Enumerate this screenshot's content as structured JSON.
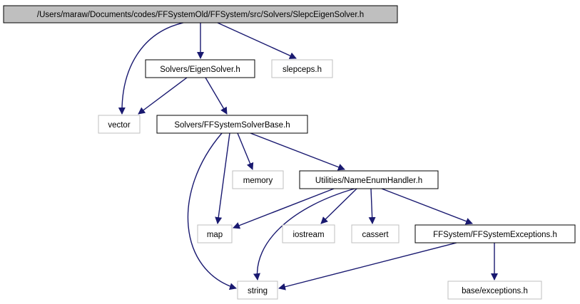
{
  "colors": {
    "edge": "#191970",
    "root_fill": "#bfbfbf",
    "box_stroke_internal": "#000000",
    "box_stroke_external": "#bfbfbf",
    "box_fill": "#ffffff",
    "text": "#000000"
  },
  "nodes": {
    "root": {
      "label": "/Users/maraw/Documents/codes/FFSystemOld/FFSystem/src/Solvers/SlepcEigenSolver.h",
      "kind": "root"
    },
    "eigensolver": {
      "label": "Solvers/EigenSolver.h",
      "kind": "internal"
    },
    "slepceps": {
      "label": "slepceps.h",
      "kind": "external"
    },
    "vector": {
      "label": "vector",
      "kind": "external"
    },
    "solverbase": {
      "label": "Solvers/FFSystemSolverBase.h",
      "kind": "internal"
    },
    "memory": {
      "label": "memory",
      "kind": "external"
    },
    "nameenum": {
      "label": "Utilities/NameEnumHandler.h",
      "kind": "internal"
    },
    "map": {
      "label": "map",
      "kind": "external"
    },
    "iostream": {
      "label": "iostream",
      "kind": "external"
    },
    "cassert": {
      "label": "cassert",
      "kind": "external"
    },
    "ffexceptions": {
      "label": "FFSystem/FFSystemExceptions.h",
      "kind": "internal"
    },
    "string": {
      "label": "string",
      "kind": "external"
    },
    "baseexceptions": {
      "label": "base/exceptions.h",
      "kind": "external"
    }
  },
  "edges": [
    [
      "root",
      "vector"
    ],
    [
      "root",
      "eigensolver"
    ],
    [
      "root",
      "slepceps"
    ],
    [
      "eigensolver",
      "vector"
    ],
    [
      "eigensolver",
      "solverbase"
    ],
    [
      "solverbase",
      "map"
    ],
    [
      "solverbase",
      "string"
    ],
    [
      "solverbase",
      "memory"
    ],
    [
      "solverbase",
      "nameenum"
    ],
    [
      "nameenum",
      "map"
    ],
    [
      "nameenum",
      "string"
    ],
    [
      "nameenum",
      "iostream"
    ],
    [
      "nameenum",
      "cassert"
    ],
    [
      "nameenum",
      "ffexceptions"
    ],
    [
      "ffexceptions",
      "string"
    ],
    [
      "ffexceptions",
      "baseexceptions"
    ]
  ]
}
